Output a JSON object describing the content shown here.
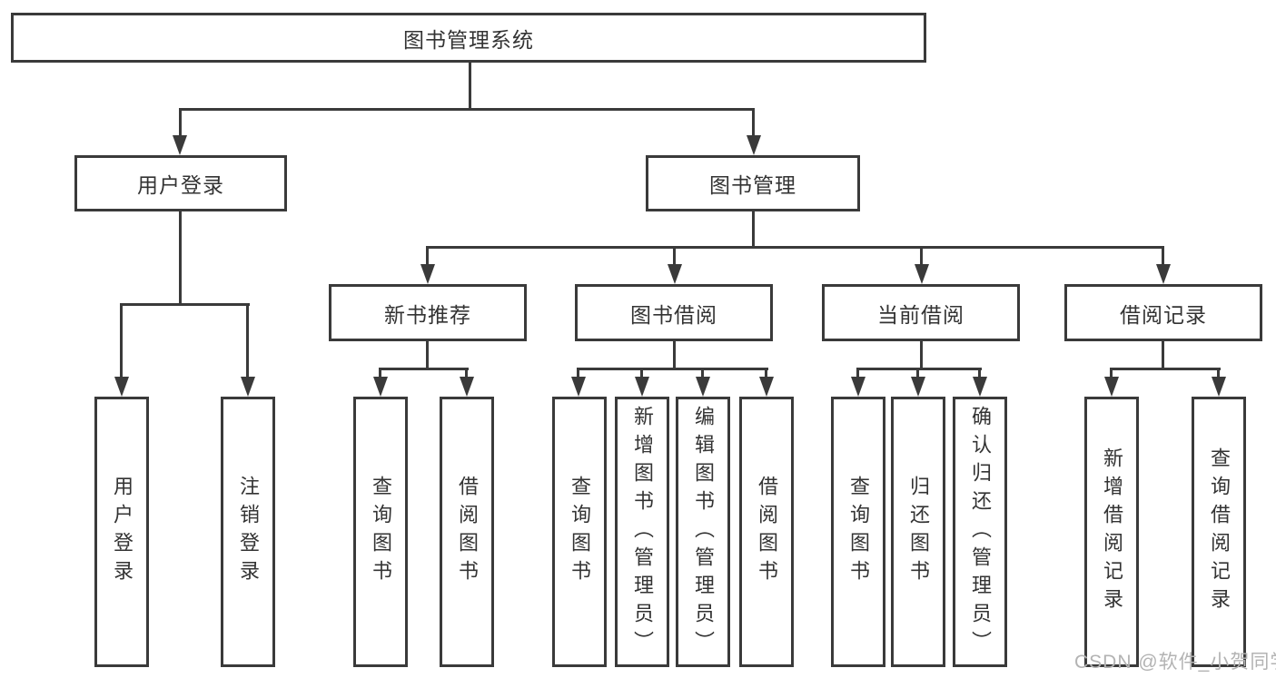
{
  "diagram": {
    "root": {
      "label": "图书管理系统"
    },
    "level1": [
      {
        "label": "用户登录"
      },
      {
        "label": "图书管理"
      }
    ],
    "level2": [
      {
        "label": "新书推荐"
      },
      {
        "label": "图书借阅"
      },
      {
        "label": "当前借阅"
      },
      {
        "label": "借阅记录"
      }
    ],
    "leaves": {
      "user_login": [
        "用户登录",
        "注销登录"
      ],
      "new_book_rec": [
        "查询图书",
        "借阅图书"
      ],
      "book_borrow": [
        "查询图书",
        "新增图书（管理员）",
        "编辑图书（管理员）",
        "借阅图书"
      ],
      "current_borrow": [
        "查询图书",
        "归还图书",
        "确认归还（管理员）"
      ],
      "borrow_record": [
        "新增借阅记录",
        "查询借阅记录"
      ]
    }
  },
  "watermark": {
    "text": "CSDN @软件_小贺同学"
  },
  "colors": {
    "line": "#3a3a3a",
    "text": "#333333",
    "watermark": "#b3b3b3",
    "background": "#ffffff"
  }
}
